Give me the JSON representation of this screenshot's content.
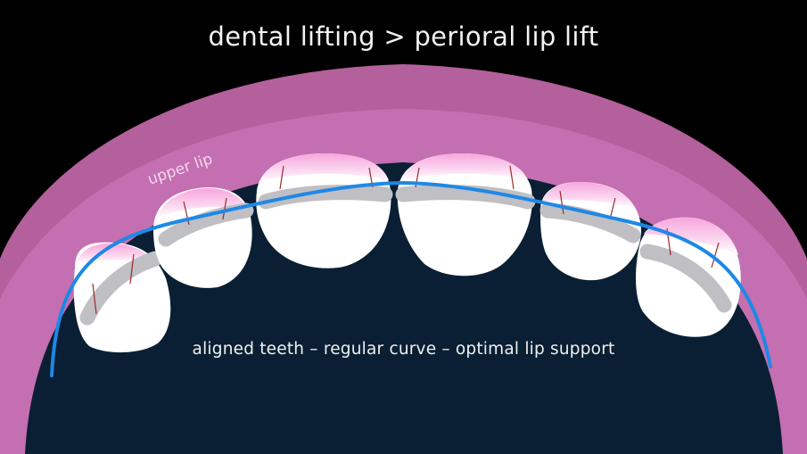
{
  "title": "dental lifting > perioral lip lift",
  "lip_label": "upper lip",
  "caption": "aligned teeth – regular curve – optimal lip support",
  "colors": {
    "background": "#000000",
    "oral_cavity": "#0a1f33",
    "outer_lip": "#b4609c",
    "inner_lip": "#c36fb0",
    "gum": "#f49ad6",
    "tooth": "#ffffff",
    "bracket": "#bdbdc2",
    "archwire": "#1e88e5",
    "tooth_vein": "#9b2a2a"
  },
  "icons": [
    "tooth",
    "bracket",
    "archwire"
  ]
}
